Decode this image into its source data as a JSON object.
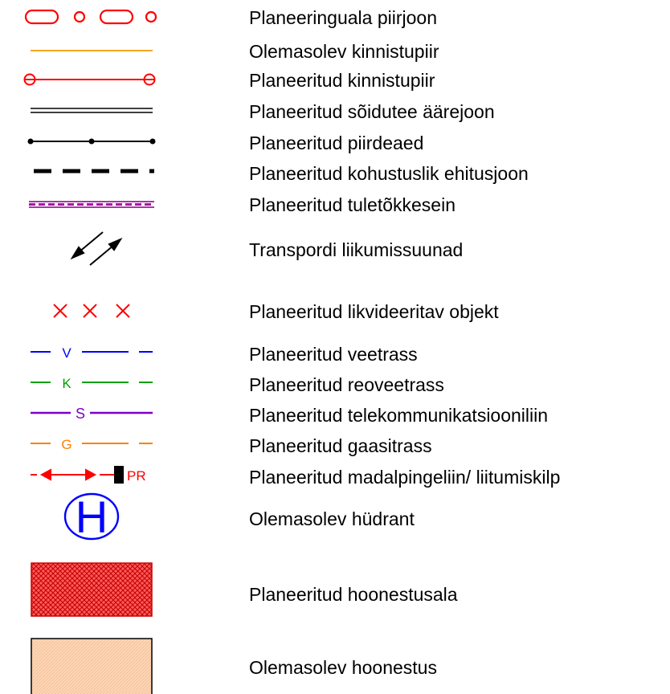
{
  "legend": {
    "items": [
      {
        "label": "Planeeringuala piirjoon",
        "symbol": "boundary-chain-icon"
      },
      {
        "label": "Olemasolev kinnistupiir",
        "symbol": "orange-line-icon"
      },
      {
        "label": "Planeeritud kinnistupiir",
        "symbol": "red-line-circles-icon"
      },
      {
        "label": "Planeeritud sõidutee äärejoon",
        "symbol": "double-line-icon"
      },
      {
        "label": "Planeeritud piirdeaed",
        "symbol": "fence-line-icon"
      },
      {
        "label": "Planeeritud kohustuslik ehitusjoon",
        "symbol": "dashed-line-icon"
      },
      {
        "label": "Planeeritud tuletõkkesein",
        "symbol": "firewall-line-icon"
      },
      {
        "label": "Transpordi liikumissuunad",
        "symbol": "traffic-arrows-icon"
      },
      {
        "label": "Planeeritud likvideeritav objekt",
        "symbol": "red-crosses-icon"
      },
      {
        "label": "Planeeritud veetrass",
        "symbol": "water-line-icon",
        "code": "V"
      },
      {
        "label": "Planeeritud reoveetrass",
        "symbol": "sewer-line-icon",
        "code": "K"
      },
      {
        "label": "Planeeritud telekommunikatsiooniliin",
        "symbol": "telecom-line-icon",
        "code": "S"
      },
      {
        "label": "Planeeritud gaasitrass",
        "symbol": "gas-line-icon",
        "code": "G"
      },
      {
        "label": "Planeeritud madalpingeliin/ liitumiskilp",
        "symbol": "power-line-icon",
        "code": "PR"
      },
      {
        "label": "Olemasolev hüdrant",
        "symbol": "hydrant-icon",
        "code": "H"
      },
      {
        "label": "Planeeritud hoonestusala",
        "symbol": "hatched-red-area-icon"
      },
      {
        "label": "Olemasolev hoonestus",
        "symbol": "existing-building-icon"
      }
    ],
    "colors": {
      "red": "#ff0000",
      "orange_line": "#f5a623",
      "purple_fire": "#a0199e",
      "blue": "#0000ff",
      "green": "#00a000",
      "purple": "#7a00c8",
      "orange": "#ff7f00",
      "building_fill": "#fcd5b4",
      "hatch_fill": "#ff5a5a"
    }
  }
}
